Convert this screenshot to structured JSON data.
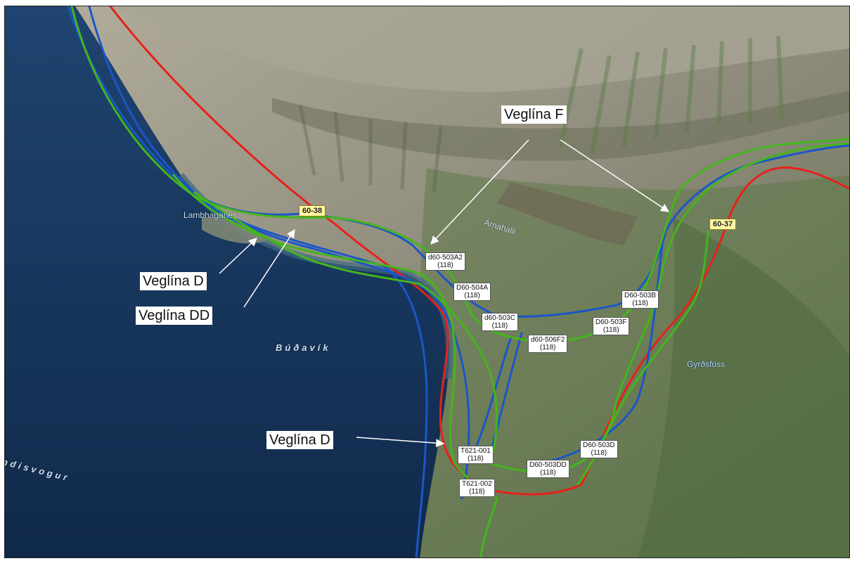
{
  "map": {
    "places": {
      "lambhaganes": "Lambhaganes",
      "budavik": "Búðavík",
      "andisvogur": "ndisvogur",
      "arnarhalli": "Árnahalli",
      "gyrdsfoss": "Gyrðsfoss"
    },
    "road_shields": {
      "west": "60-38",
      "east": "60-37"
    },
    "nodes": [
      {
        "id": "d60-503A2",
        "sub": "(118)"
      },
      {
        "id": "D60-504A",
        "sub": "(118)"
      },
      {
        "id": "d60-503C",
        "sub": "(118)"
      },
      {
        "id": "d60-506F2",
        "sub": "(118)"
      },
      {
        "id": "D60-503B",
        "sub": "(118)"
      },
      {
        "id": "D60-503F",
        "sub": "(118)"
      },
      {
        "id": "T621-001",
        "sub": "(118)"
      },
      {
        "id": "T621-002",
        "sub": "(118)"
      },
      {
        "id": "D60-503DD",
        "sub": "(118)"
      },
      {
        "id": "D60-503D",
        "sub": "(118)"
      }
    ],
    "callouts": {
      "f": "Veglína F",
      "d_top": "Veglína D",
      "dd": "Veglína DD",
      "d_bottom": "Veglína D"
    },
    "colors": {
      "sea": "#17365c",
      "land": "#9c9a8c",
      "vegetation": "#5e7a48",
      "line_red": "#e8201a",
      "line_blue": "#1a56c8",
      "line_green": "#44b51c"
    }
  }
}
